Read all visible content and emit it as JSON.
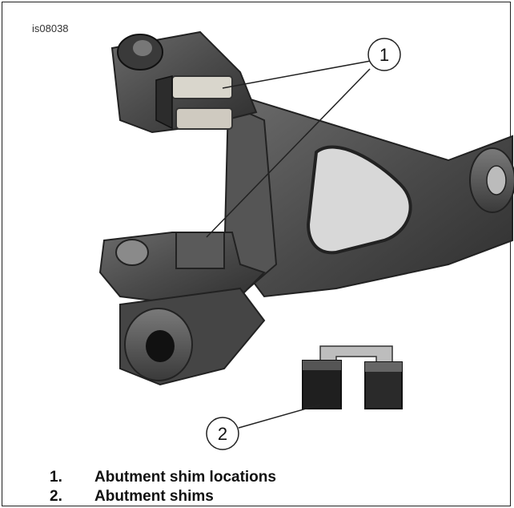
{
  "figure": {
    "id": "is08038",
    "callouts": [
      {
        "number": "1",
        "description": "Abutment shim locations"
      },
      {
        "number": "2",
        "description": "Abutment shims"
      }
    ],
    "legend": [
      {
        "num": "1.",
        "text": "Abutment shim locations"
      },
      {
        "num": "2.",
        "text": "Abutment shims"
      }
    ]
  }
}
